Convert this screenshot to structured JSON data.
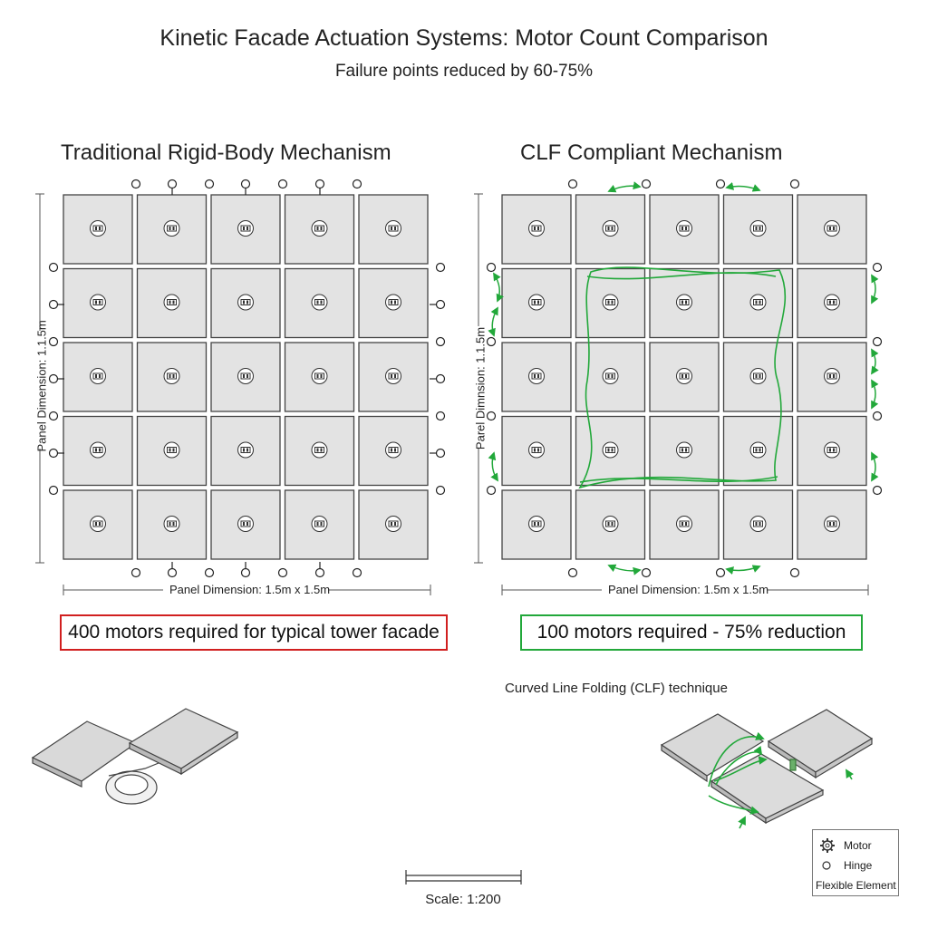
{
  "title": "Kinetic Facade Actuation Systems: Motor Count Comparison",
  "subtitle": "Failure points reduced by 60-75%",
  "left": {
    "heading": "Traditional Rigid-Body Mechanism",
    "dimension_label": "Panel Dimension: 1.5m x 1.5m",
    "vertical_label": "Panel Dimension: 1.1.5m",
    "callout": "400 motors required for typical tower facade"
  },
  "right": {
    "heading": "CLF Compliant Mechanism",
    "dimension_label": "Panel Dimension: 1.5m x 1.5m",
    "vertical_label": "Parel Dimnsion: 1.1.5m",
    "callout": "100 motors required - 75% reduction",
    "technique_label": "Curved Line Folding (CLF) technique"
  },
  "scale": "Scale: 1:200",
  "legend": {
    "motor": "Motor",
    "hinge": "Hinge",
    "flexible": "Flexible Element"
  },
  "colors": {
    "panel_fill": "#e3e3e3",
    "panel_stroke": "#444444",
    "accent_green": "#22a83a",
    "accent_red": "#d11f1f"
  },
  "icons": {
    "motor": "gear-icon",
    "hinge": "circle-icon"
  }
}
